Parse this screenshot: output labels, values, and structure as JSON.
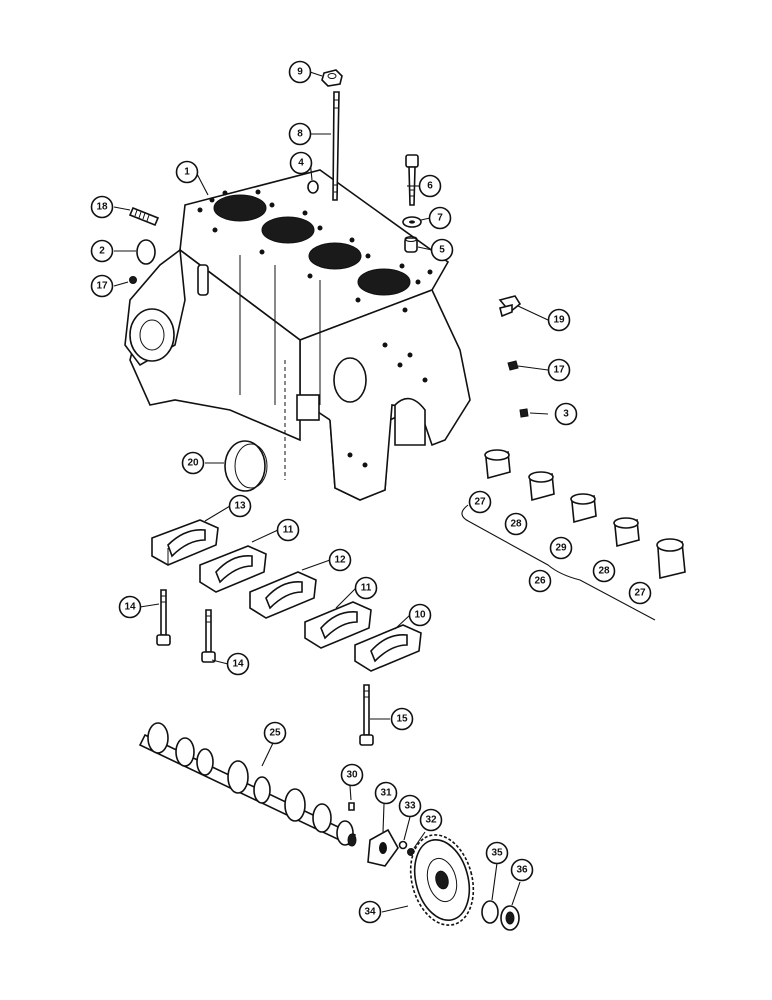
{
  "diagram": {
    "callouts": [
      {
        "id": "c1",
        "label": "1"
      },
      {
        "id": "c2",
        "label": "2"
      },
      {
        "id": "c3",
        "label": "3"
      },
      {
        "id": "c4",
        "label": "4"
      },
      {
        "id": "c5",
        "label": "5"
      },
      {
        "id": "c6",
        "label": "6"
      },
      {
        "id": "c7",
        "label": "7"
      },
      {
        "id": "c8",
        "label": "8"
      },
      {
        "id": "c9",
        "label": "9"
      },
      {
        "id": "c10",
        "label": "10"
      },
      {
        "id": "c11a",
        "label": "11"
      },
      {
        "id": "c11b",
        "label": "11"
      },
      {
        "id": "c12",
        "label": "12"
      },
      {
        "id": "c13",
        "label": "13"
      },
      {
        "id": "c14a",
        "label": "14"
      },
      {
        "id": "c14b",
        "label": "14"
      },
      {
        "id": "c15",
        "label": "15"
      },
      {
        "id": "c17a",
        "label": "17"
      },
      {
        "id": "c17b",
        "label": "17"
      },
      {
        "id": "c18",
        "label": "18"
      },
      {
        "id": "c19",
        "label": "19"
      },
      {
        "id": "c20",
        "label": "20"
      },
      {
        "id": "c25",
        "label": "25"
      },
      {
        "id": "c26",
        "label": "26"
      },
      {
        "id": "c27a",
        "label": "27"
      },
      {
        "id": "c27b",
        "label": "27"
      },
      {
        "id": "c28a",
        "label": "28"
      },
      {
        "id": "c28b",
        "label": "28"
      },
      {
        "id": "c29",
        "label": "29"
      },
      {
        "id": "c30",
        "label": "30"
      },
      {
        "id": "c31",
        "label": "31"
      },
      {
        "id": "c32",
        "label": "32"
      },
      {
        "id": "c33",
        "label": "33"
      },
      {
        "id": "c34",
        "label": "34"
      },
      {
        "id": "c35",
        "label": "35"
      },
      {
        "id": "c36",
        "label": "36"
      }
    ]
  }
}
